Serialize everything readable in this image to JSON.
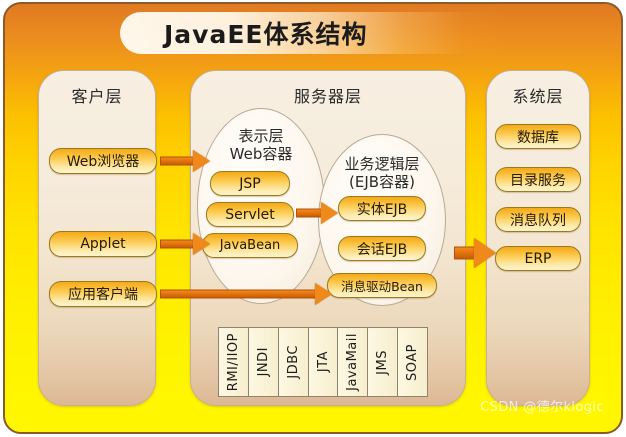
{
  "title": "JavaEE体系结构",
  "watermark": "CSDN @德尔klogic",
  "colors": {
    "bg_top": "#e07a22",
    "bg_bottom": "#fff700",
    "panel_fill": "#f5e8d2",
    "chip_top": "#f5a81a",
    "chip_bottom": "#fdf3cd",
    "arrow": "#ef8a1a",
    "frame_border": "#8a5a2b"
  },
  "layers": {
    "client": {
      "title": "客户层",
      "items": [
        {
          "label": "Web浏览器"
        },
        {
          "label": "Applet"
        },
        {
          "label": "应用客户端"
        }
      ]
    },
    "server": {
      "title": "服务器层",
      "web_container": {
        "title_line1": "表示层",
        "title_line2": "Web容器",
        "items": [
          {
            "label": "JSP"
          },
          {
            "label": "Servlet"
          },
          {
            "label": "JavaBean"
          }
        ]
      },
      "ejb_container": {
        "title_line1": "业务逻辑层",
        "title_line2": "(EJB容器)",
        "items": [
          {
            "label": "实体EJB"
          },
          {
            "label": "会话EJB"
          },
          {
            "label": "消息驱动Bean"
          }
        ]
      },
      "technologies": [
        "RMI/IIOP",
        "JNDI",
        "JDBC",
        "JTA",
        "JavaMail",
        "JMS",
        "SOAP"
      ]
    },
    "system": {
      "title": "系统层",
      "items": [
        {
          "label": "数据库"
        },
        {
          "label": "目录服务"
        },
        {
          "label": "消息队列"
        },
        {
          "label": "ERP"
        }
      ]
    }
  },
  "arrows": [
    {
      "name": "web-browser-to-web-container"
    },
    {
      "name": "applet-to-web-container"
    },
    {
      "name": "app-client-to-ejb-container"
    },
    {
      "name": "web-container-to-ejb-container"
    },
    {
      "name": "server-to-system"
    }
  ]
}
